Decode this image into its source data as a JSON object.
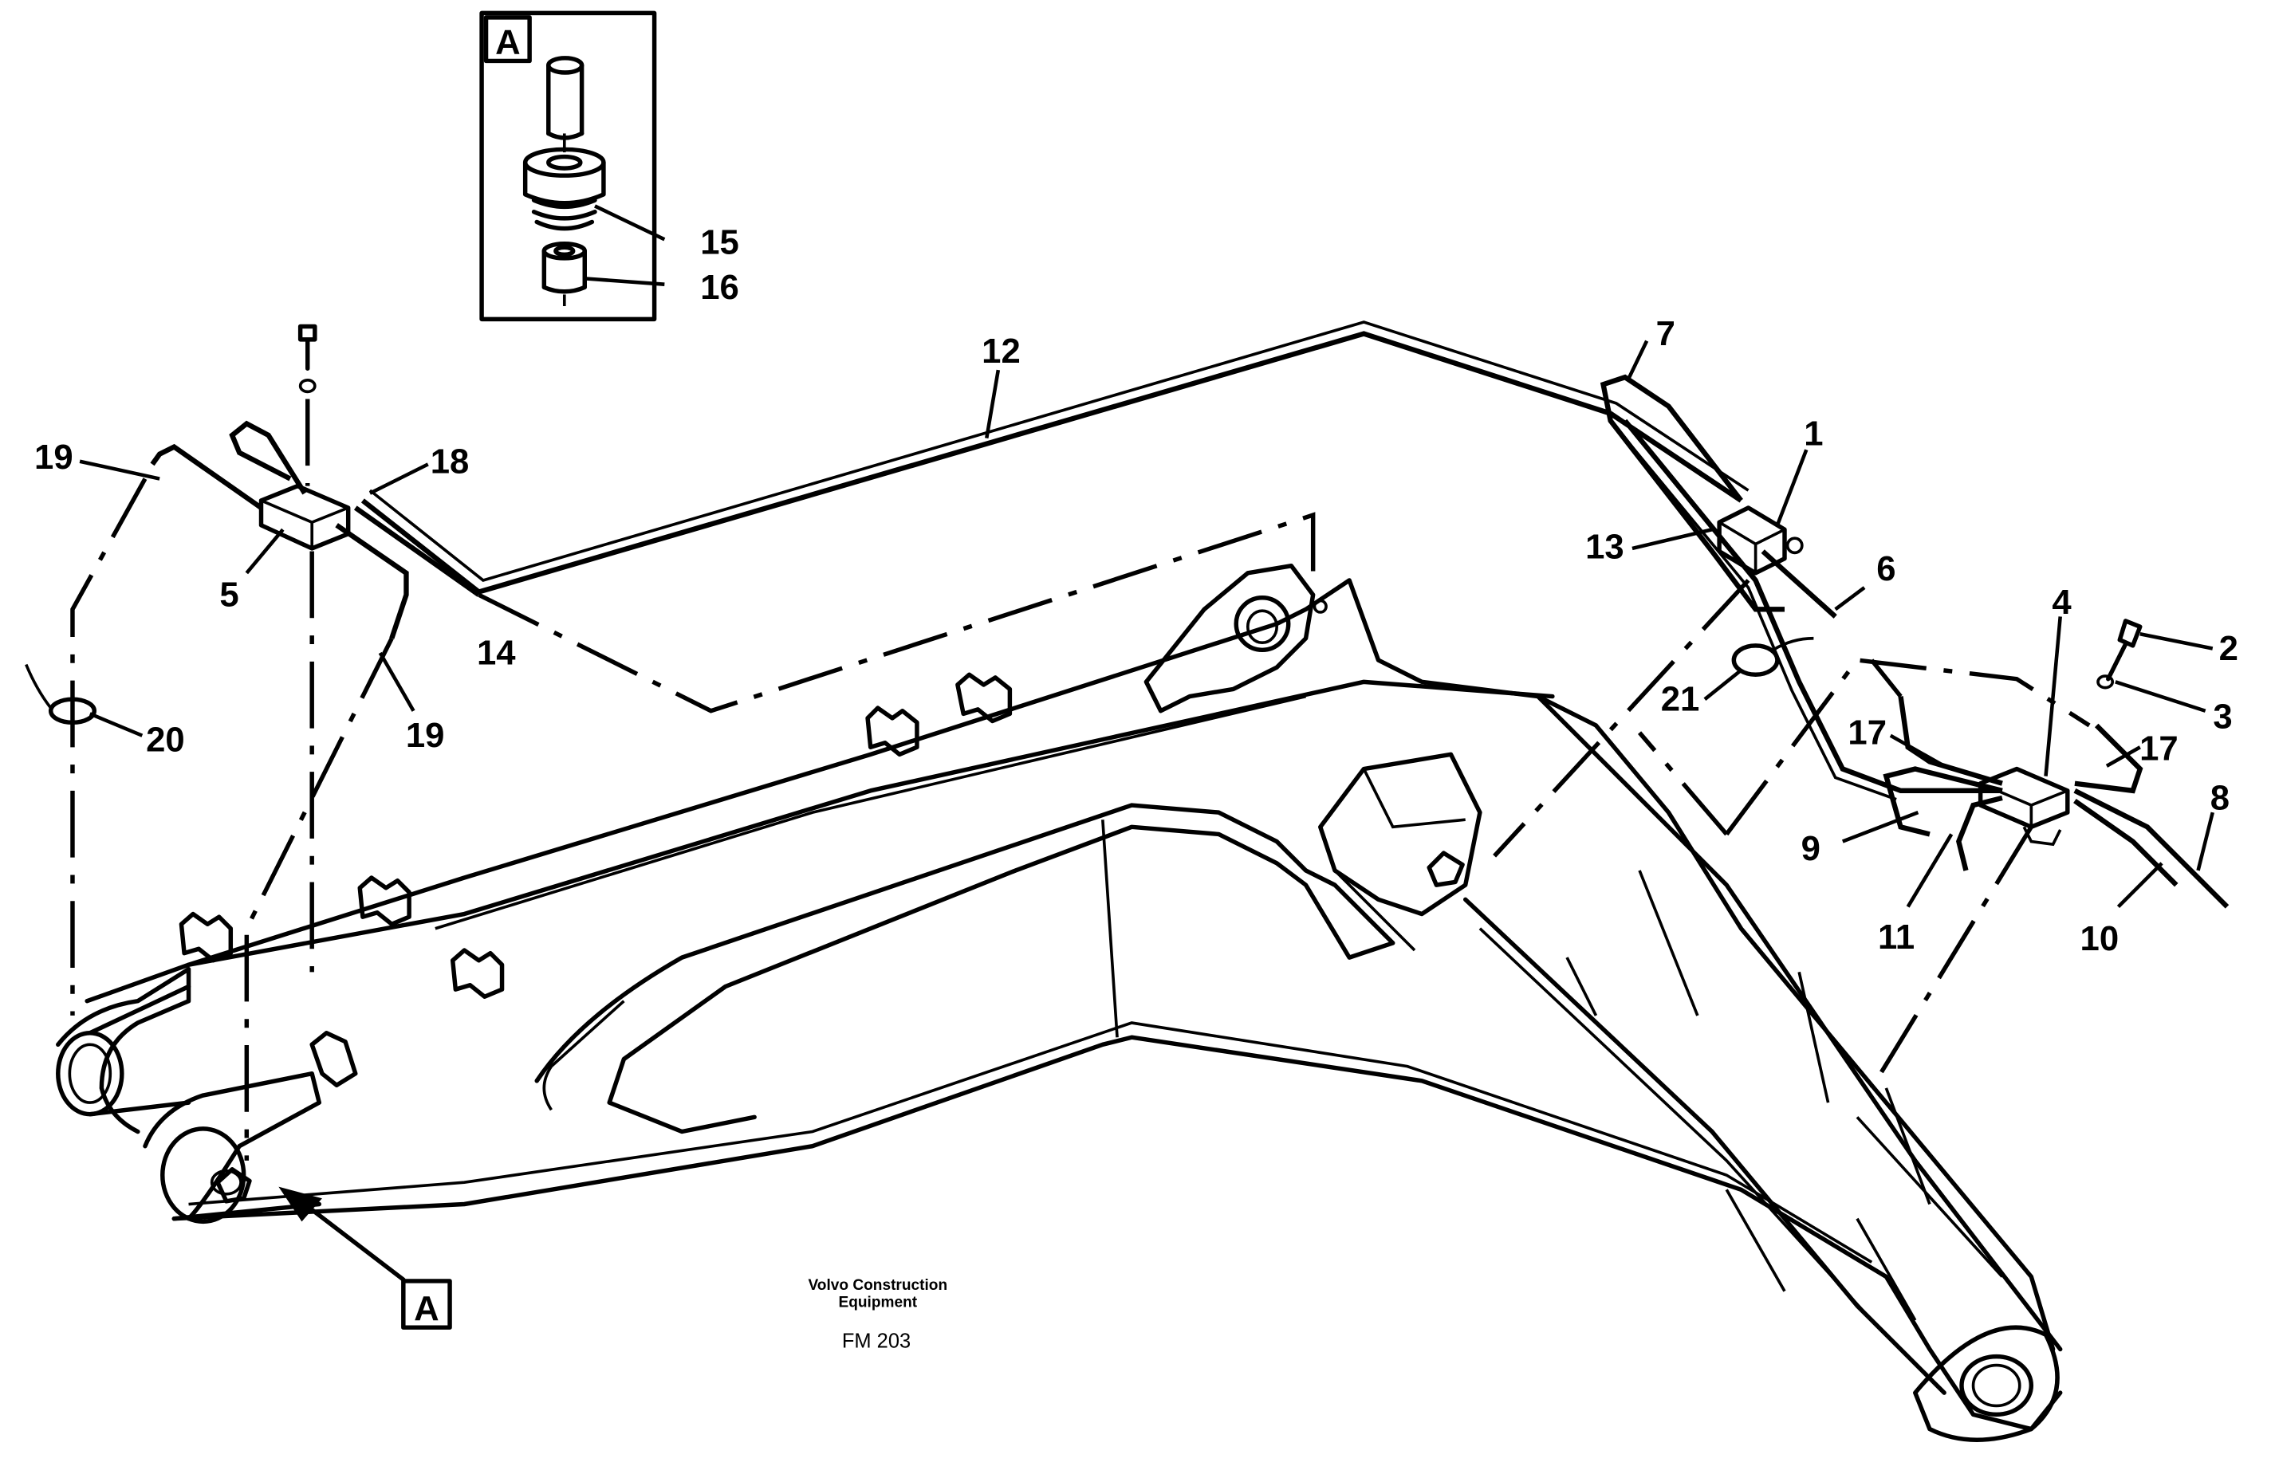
{
  "figure": {
    "caption_line1": "Volvo Construction",
    "caption_line2": "Equipment",
    "figure_number": "FM 203"
  },
  "detail_view": {
    "inset_letter": "A",
    "view_marker_letter": "A"
  },
  "part_numbers": {
    "p1": "1",
    "p2": "2",
    "p3": "3",
    "p4": "4",
    "p5": "5",
    "p6": "6",
    "p7": "7",
    "p8": "8",
    "p9": "9",
    "p10": "10",
    "p11": "11",
    "p12": "12",
    "p13": "13",
    "p14": "14",
    "p15": "15",
    "p16": "16",
    "p17a": "17",
    "p17b": "17",
    "p18": "18",
    "p19a": "19",
    "p19b": "19",
    "p20": "20",
    "p21": "21"
  }
}
